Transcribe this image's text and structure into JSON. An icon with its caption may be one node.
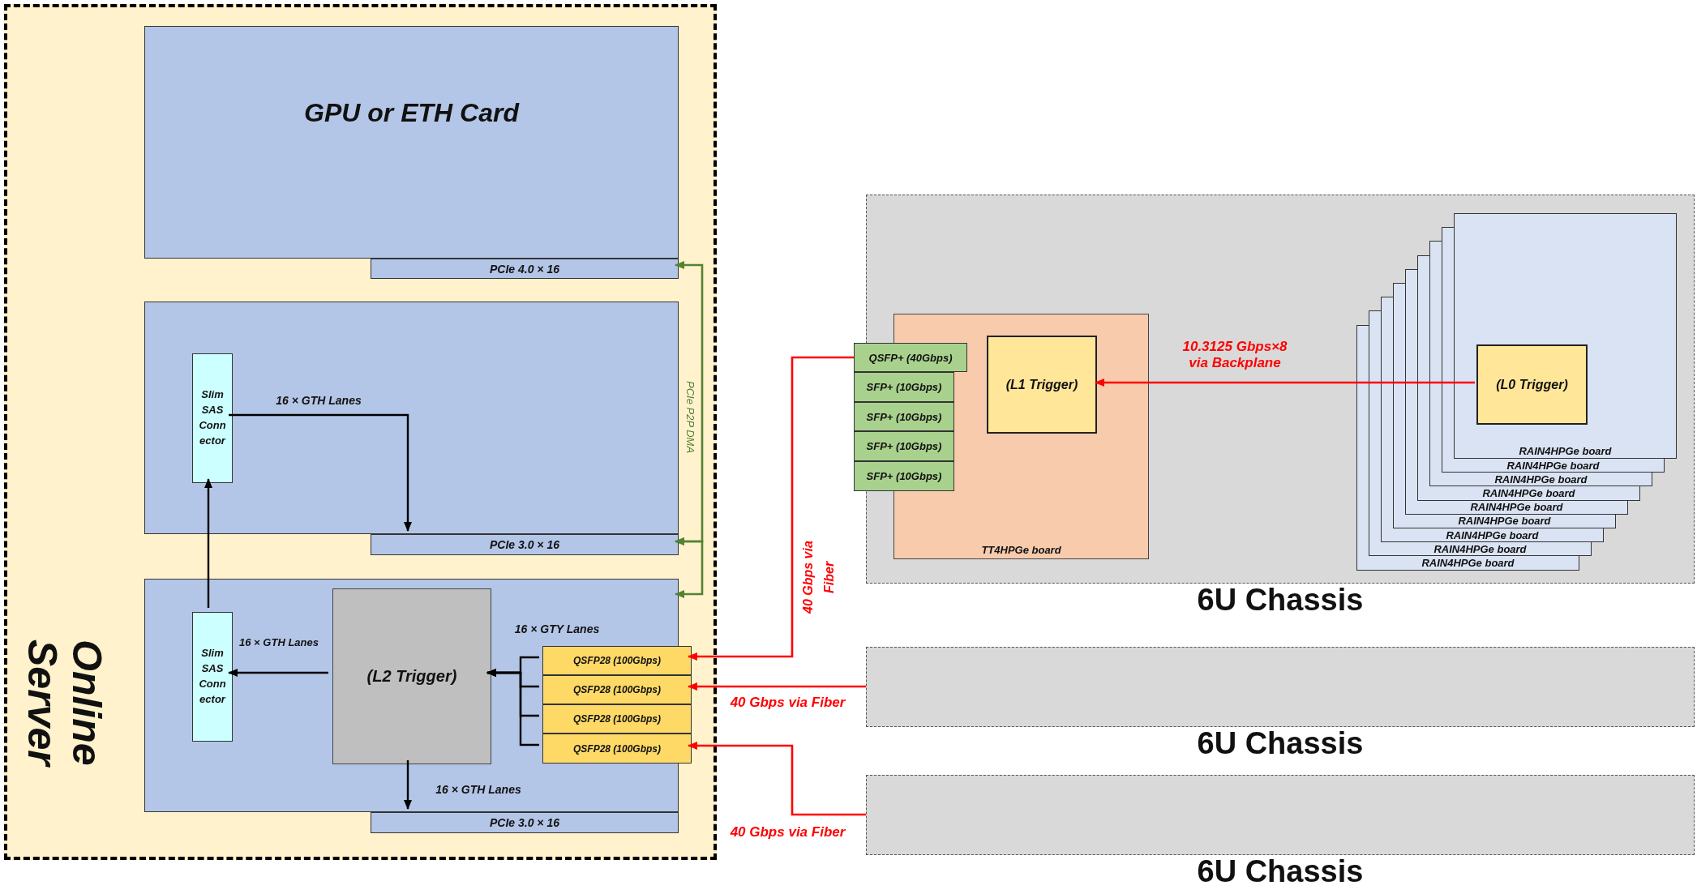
{
  "diagram": {
    "nodes": [
      {
        "text": [
          "Online Server"
        ]
      },
      {
        "text": [
          "GPU or ETH Card"
        ],
        "in": 0
      },
      {
        "text": [
          "PCIe 4.0 × 16"
        ],
        "in": 0
      },
      {
        "text": [],
        "shape": "box",
        "in": 0
      },
      {
        "text": [
          "Slim SAS Conn ector"
        ],
        "in": 3
      },
      {
        "text": [
          "PCIe 3.0 × 16"
        ],
        "in": 0
      },
      {
        "text": [],
        "shape": "box",
        "in": 0
      },
      {
        "text": [
          "Slim SAS Conn ector"
        ],
        "in": 6
      },
      {
        "text": [
          "(L2 Trigger)"
        ],
        "in": 6
      },
      {
        "text": [
          "QSFP28 (100Gbps)"
        ],
        "in": 0
      },
      {
        "text": [
          "QSFP28 (100Gbps)"
        ],
        "in": 0
      },
      {
        "text": [
          "QSFP28 (100Gbps)"
        ],
        "in": 0
      },
      {
        "text": [
          "QSFP28 (100Gbps)"
        ],
        "in": 0
      },
      {
        "text": [
          "PCIe 3.0 × 16"
        ],
        "in": 0
      },
      {
        "text": [
          "6U Chassis"
        ]
      },
      {
        "text": [
          "TT4HPGe board"
        ],
        "in": 14
      },
      {
        "text": [
          "(L1 Trigger)"
        ],
        "in": 15
      },
      {
        "text": [
          "QSFP+ (40Gbps)"
        ]
      },
      {
        "text": [
          "SFP+ (10Gbps)"
        ]
      },
      {
        "text": [
          "SFP+ (10Gbps)"
        ]
      },
      {
        "text": [
          "SFP+ (10Gbps)"
        ]
      },
      {
        "text": [
          "SFP+ (10Gbps)"
        ]
      },
      {
        "text": [
          "RAIN4HPGe board"
        ],
        "in": 14
      },
      {
        "text": [
          "RAIN4HPGe board"
        ],
        "in": 14
      },
      {
        "text": [
          "RAIN4HPGe board"
        ],
        "in": 14
      },
      {
        "text": [
          "RAIN4HPGe board"
        ],
        "in": 14
      },
      {
        "text": [
          "RAIN4HPGe board"
        ],
        "in": 14
      },
      {
        "text": [
          "RAIN4HPGe board"
        ],
        "in": 14
      },
      {
        "text": [
          "RAIN4HPGe board"
        ],
        "in": 14
      },
      {
        "text": [
          "RAIN4HPGe board"
        ],
        "in": 14
      },
      {
        "text": [
          "RAIN4HPGe board"
        ],
        "in": 14
      },
      {
        "text": [
          "(L0 Trigger)"
        ],
        "in": 22
      },
      {
        "text": [
          "6U Chassis"
        ]
      },
      {
        "text": [
          "6U Chassis"
        ]
      }
    ],
    "edges": [
      {
        "from": 4,
        "to": 5,
        "arrow": "to",
        "label": "16 × GTH Lanes"
      },
      {
        "from": 7,
        "to": 4,
        "arrow": "to"
      },
      {
        "from": 8,
        "to": 7,
        "arrow": "to",
        "label": "16 × GTH Lanes"
      },
      {
        "from": 9,
        "to": 8,
        "arrow": "to",
        "label": "16 × GTY Lanes"
      },
      {
        "from": 10,
        "to": 8,
        "arrow": "to"
      },
      {
        "from": 11,
        "to": 8,
        "arrow": "to"
      },
      {
        "from": 12,
        "to": 8,
        "arrow": "to"
      },
      {
        "from": 8,
        "to": 13,
        "arrow": "to",
        "label": "16 × GTH Lanes"
      },
      {
        "from": 2,
        "to": 5,
        "arrow": "both",
        "label": "PCIe P2P DMA",
        "color": "#548235"
      },
      {
        "from": 5,
        "to": 6,
        "arrow": "both",
        "color": "#548235"
      },
      {
        "from": 31,
        "to": 16,
        "arrow": "to",
        "label": "10.3125 Gbps×8 via Backplane",
        "color": "#ff0000"
      },
      {
        "from": 17,
        "to": 9,
        "arrow": "to",
        "label": "40 Gbps via Fiber",
        "color": "#ff0000"
      },
      {
        "from": 32,
        "to": 10,
        "arrow": "to",
        "label": "40 Gbps via Fiber",
        "color": "#ff0000"
      },
      {
        "from": 33,
        "to": 12,
        "arrow": "to",
        "label": "40 Gbps via Fiber",
        "color": "#ff0000"
      }
    ]
  }
}
